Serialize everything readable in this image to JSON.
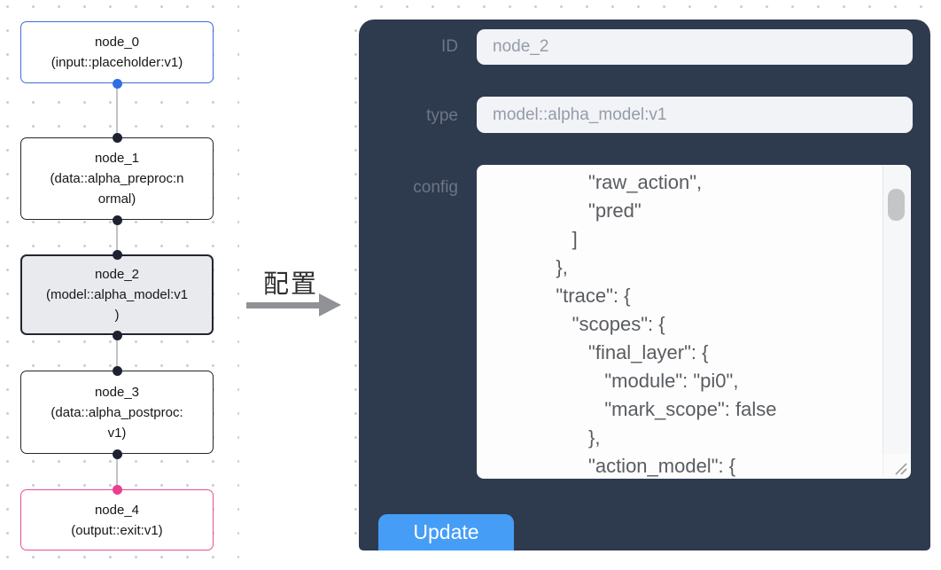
{
  "canvas": {
    "nodes": [
      {
        "title": "node_0",
        "subtitle": "(input::placeholder:v1)",
        "kind": "input",
        "accent": "#3c6ed6"
      },
      {
        "title": "node_1",
        "subtitle": "(data::alpha_preproc:n\normal)",
        "kind": "data",
        "accent": "#23262f"
      },
      {
        "title": "node_2",
        "subtitle": "(model::alpha_model:v1\n)",
        "kind": "model",
        "selected": true,
        "accent": "#23262f"
      },
      {
        "title": "node_3",
        "subtitle": "(data::alpha_postproc:\nv1)",
        "kind": "data",
        "accent": "#23262f"
      },
      {
        "title": "node_4",
        "subtitle": "(output::exit:v1)",
        "kind": "output",
        "accent": "#ea4d96"
      }
    ]
  },
  "transition": {
    "label": "配置"
  },
  "panel": {
    "id_field": {
      "label": "ID",
      "value": "node_2"
    },
    "type_field": {
      "label": "type",
      "value": "model::alpha_model:v1"
    },
    "config_field": {
      "label": "config",
      "value": "                  \"raw_action\",\n                  \"pred\"\n               ]\n            },\n            \"trace\": {\n               \"scopes\": {\n                  \"final_layer\": {\n                     \"module\": \"pi0\",\n                     \"mark_scope\": false\n                  },\n                  \"action_model\": {"
    },
    "update_button": "Update"
  },
  "colors": {
    "panel_bg": "#2e3a4e",
    "input_node_accent": "#3c6ed6",
    "output_node_accent": "#ea4d96",
    "selected_node_fill": "#e9eaed",
    "update_button_bg": "#459df6",
    "field_bg": "#f1f3f7",
    "field_text": "#959ca7",
    "label_text": "#6d7686"
  }
}
